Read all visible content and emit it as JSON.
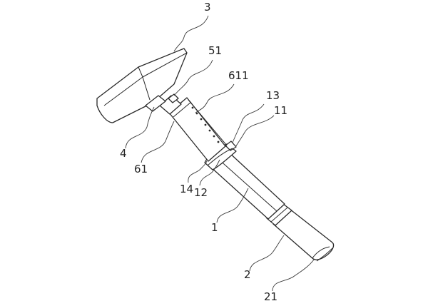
{
  "figure": {
    "labels": {
      "l3": "3",
      "l51": "51",
      "l611": "611",
      "l13": "13",
      "l11": "11",
      "l4": "4",
      "l61": "61",
      "l14": "14",
      "l12": "12",
      "l1": "1",
      "l2": "2",
      "l21": "21"
    }
  }
}
